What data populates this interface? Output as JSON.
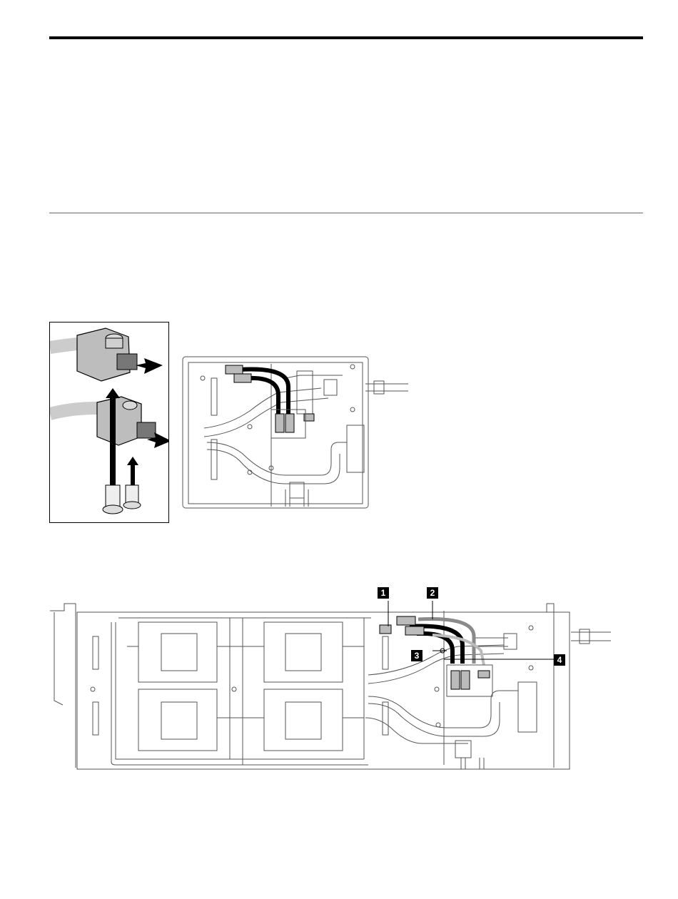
{
  "figure_2": {
    "callouts": [
      {
        "label": "1"
      },
      {
        "label": "2"
      },
      {
        "label": "3"
      },
      {
        "label": "4"
      }
    ]
  },
  "colors": {
    "hose_black": "#000000",
    "hose_gray": "#8a8a8a",
    "connector_gray": "#b8b8b8",
    "line_art": "#555555"
  }
}
